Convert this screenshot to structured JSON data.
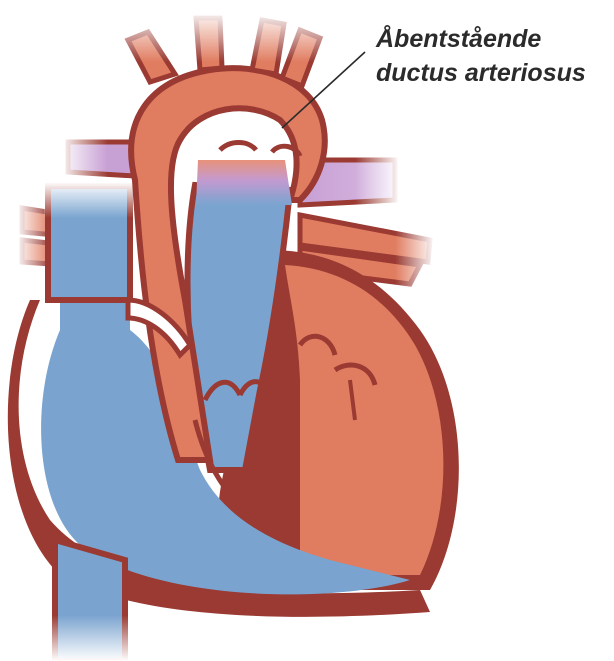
{
  "annotation": {
    "line1": "Åbentstående",
    "line2": "ductus arteriosus"
  },
  "colors": {
    "background": "#ffffff",
    "oxygenated_red": "#e07c60",
    "deoxygenated_blue": "#7aa4cf",
    "mixed_purple": "#c39ad0",
    "wall_dark_red": "#9a3a32",
    "label_text": "#2b2b2b"
  },
  "icons": {
    "figure": "heart-with-patent-ductus-arteriosus"
  }
}
